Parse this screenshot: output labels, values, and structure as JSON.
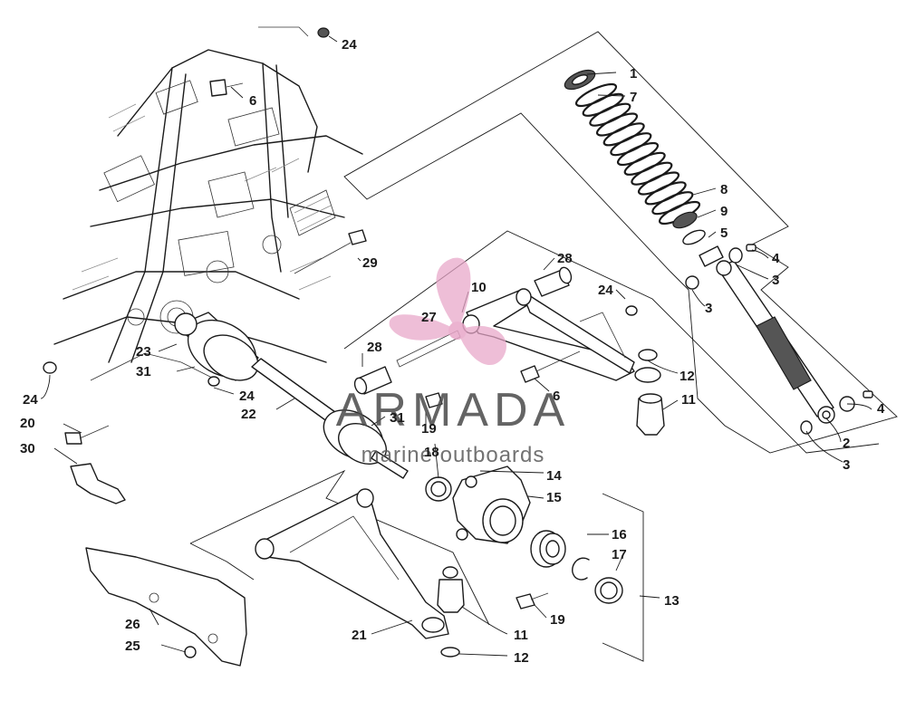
{
  "watermark": {
    "brand": "ARMADA",
    "tagline": "marine outboards",
    "colors": {
      "brand_text": "#4a4a4a",
      "propeller": "#e8a6c8",
      "tagline": "#5a5a5a"
    }
  },
  "callouts": [
    {
      "id": "c24a",
      "text": "24"
    },
    {
      "id": "c6a",
      "text": "6"
    },
    {
      "id": "c1",
      "text": "1"
    },
    {
      "id": "c7",
      "text": "7"
    },
    {
      "id": "c8",
      "text": "8"
    },
    {
      "id": "c9",
      "text": "9"
    },
    {
      "id": "c5",
      "text": "5"
    },
    {
      "id": "c4a",
      "text": "4"
    },
    {
      "id": "c3a",
      "text": "3"
    },
    {
      "id": "c3b",
      "text": "3"
    },
    {
      "id": "c29",
      "text": "29"
    },
    {
      "id": "c28a",
      "text": "28"
    },
    {
      "id": "c10",
      "text": "10"
    },
    {
      "id": "c24b",
      "text": "24"
    },
    {
      "id": "c27",
      "text": "27"
    },
    {
      "id": "c28b",
      "text": "28"
    },
    {
      "id": "c23",
      "text": "23"
    },
    {
      "id": "c31a",
      "text": "31"
    },
    {
      "id": "c12a",
      "text": "12"
    },
    {
      "id": "c6b",
      "text": "6"
    },
    {
      "id": "c11a",
      "text": "11"
    },
    {
      "id": "c24c",
      "text": "24"
    },
    {
      "id": "c24d",
      "text": "24"
    },
    {
      "id": "c22",
      "text": "22"
    },
    {
      "id": "c31b",
      "text": "31"
    },
    {
      "id": "c19a",
      "text": "19"
    },
    {
      "id": "c20",
      "text": "20"
    },
    {
      "id": "c30",
      "text": "30"
    },
    {
      "id": "c18",
      "text": "18"
    },
    {
      "id": "c4b",
      "text": "4"
    },
    {
      "id": "c2",
      "text": "2"
    },
    {
      "id": "c3c",
      "text": "3"
    },
    {
      "id": "c14",
      "text": "14"
    },
    {
      "id": "c15",
      "text": "15"
    },
    {
      "id": "c16",
      "text": "16"
    },
    {
      "id": "c17",
      "text": "17"
    },
    {
      "id": "c13",
      "text": "13"
    },
    {
      "id": "c26",
      "text": "26"
    },
    {
      "id": "c25",
      "text": "25"
    },
    {
      "id": "c21",
      "text": "21"
    },
    {
      "id": "c11b",
      "text": "11"
    },
    {
      "id": "c12b",
      "text": "12"
    },
    {
      "id": "c19b",
      "text": "19"
    }
  ]
}
